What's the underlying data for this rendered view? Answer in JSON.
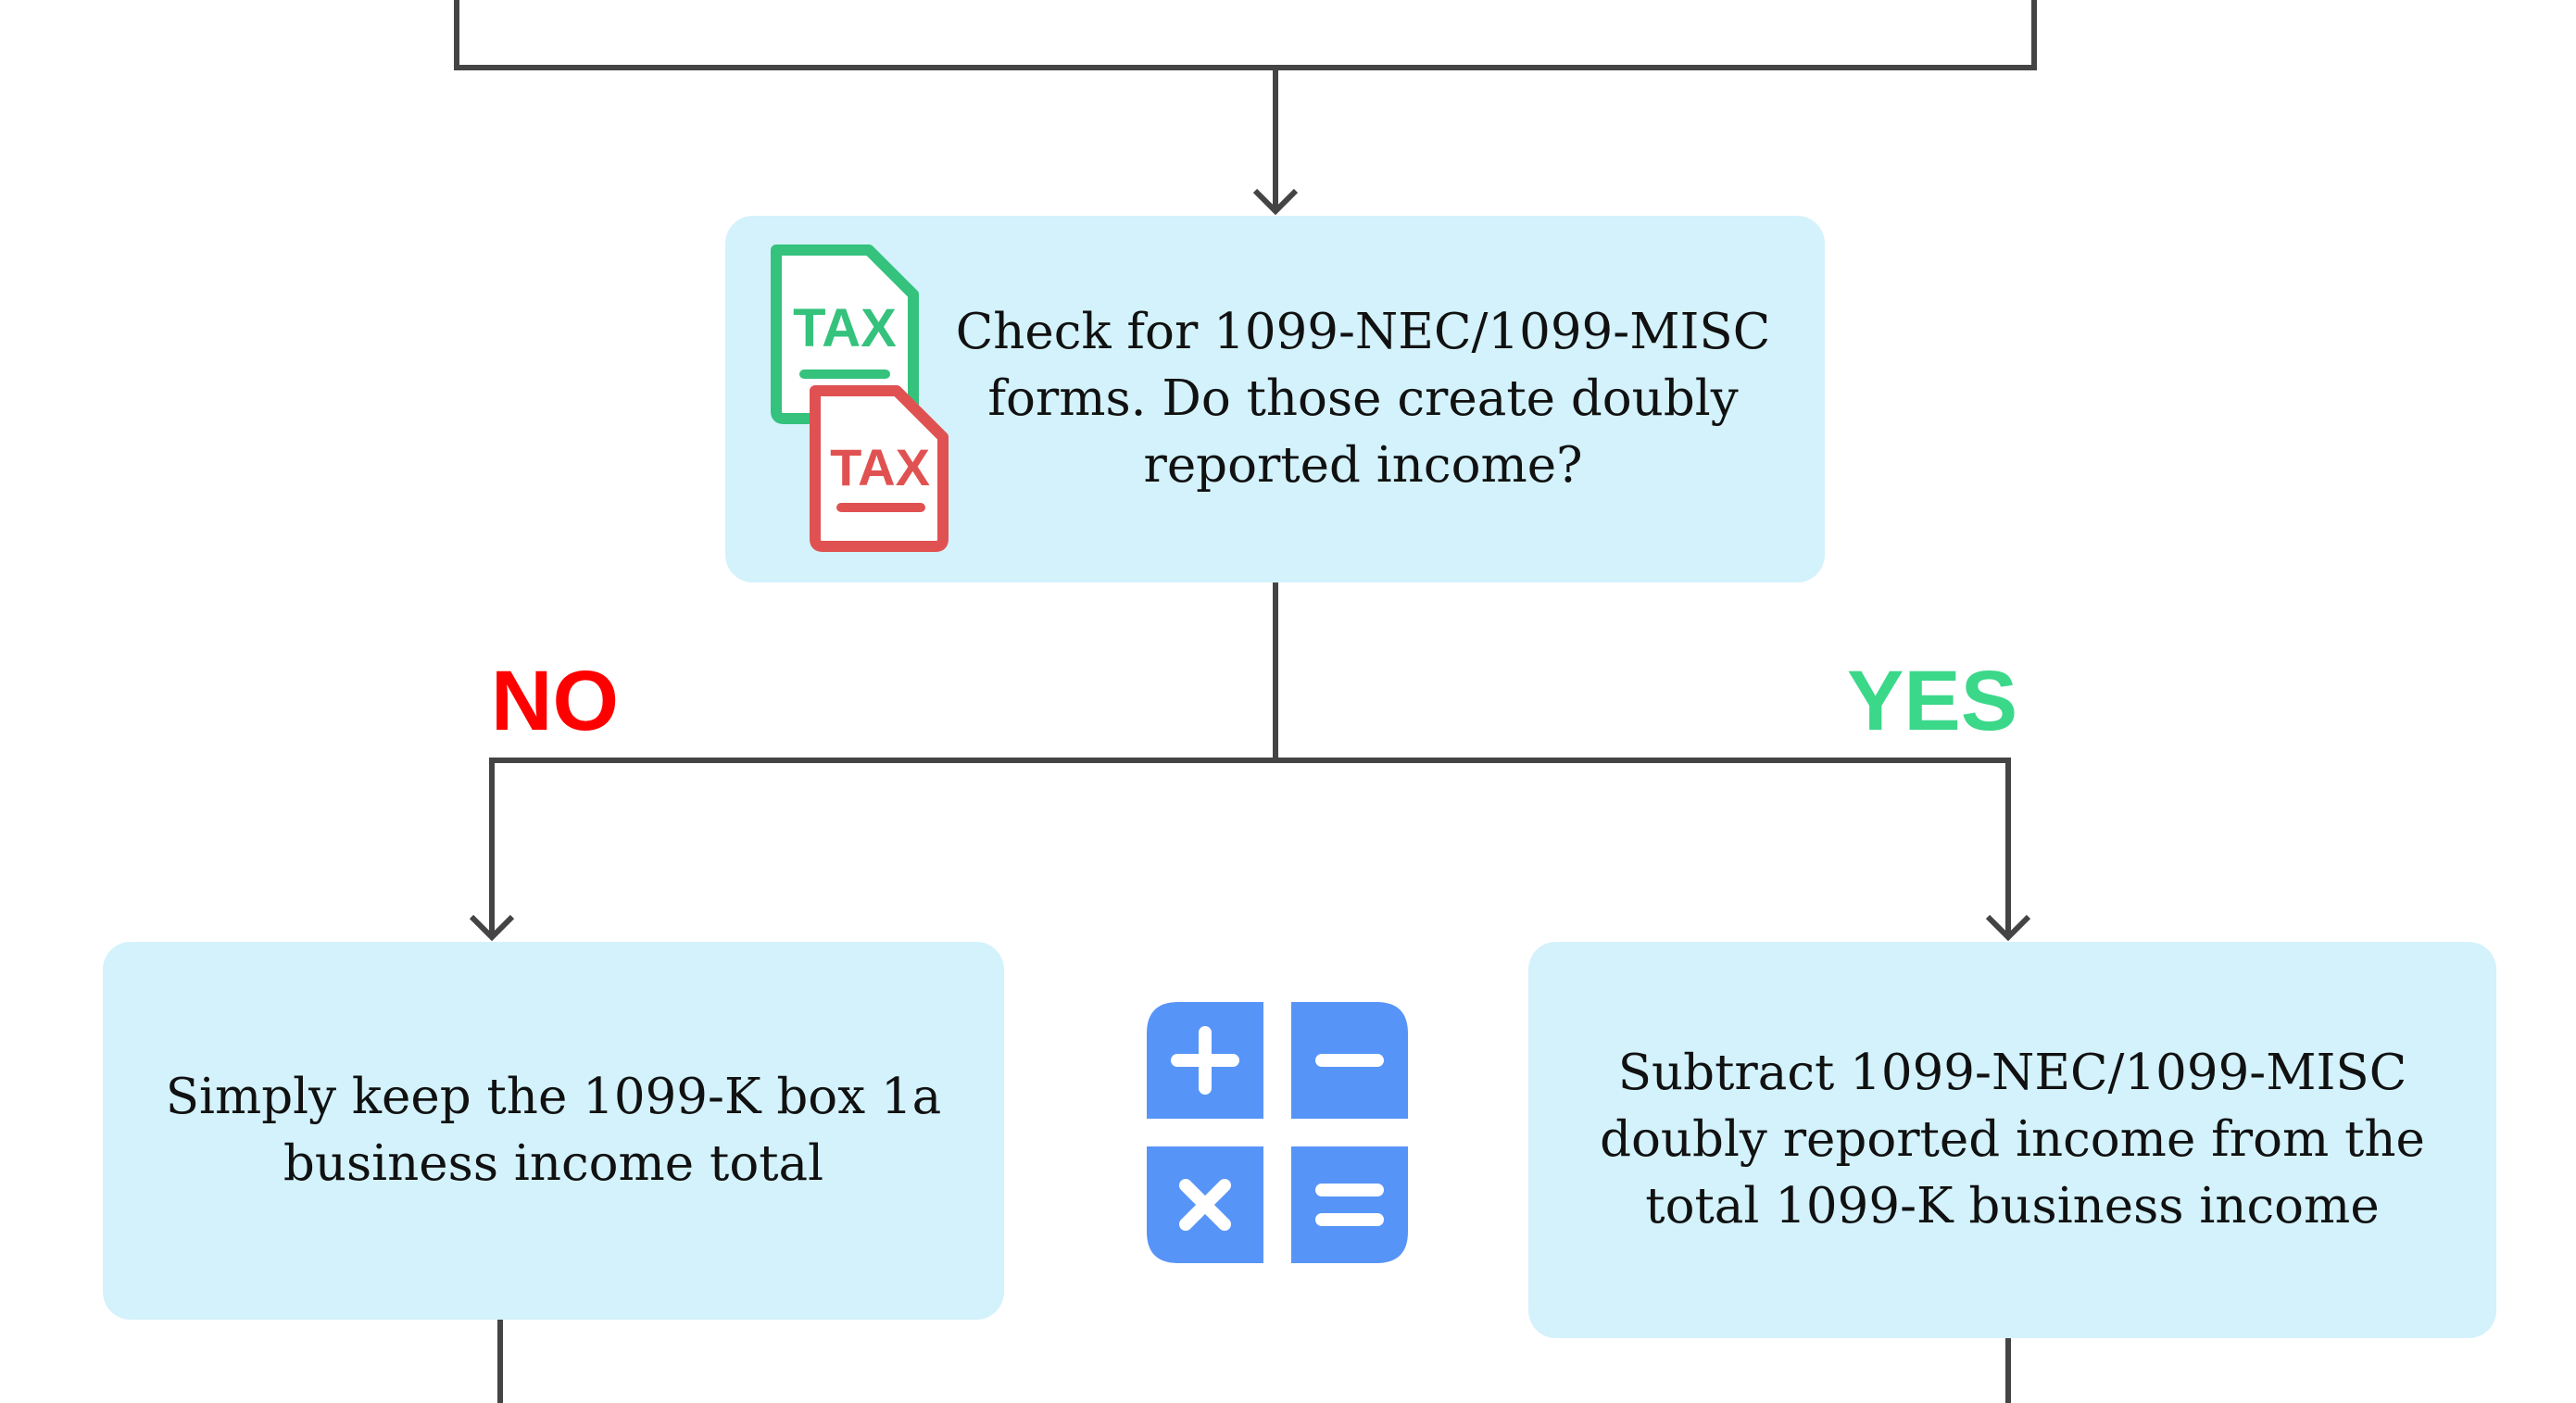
{
  "colors": {
    "box_fill": "#d3f2fb",
    "connector": "#444444",
    "no_label": "#fe0000",
    "yes_label": "#3bd88a",
    "icon_green": "#34c27c",
    "icon_red": "#e05252",
    "icon_blue": "#5794f7"
  },
  "decision": {
    "text": "Check for 1099-NEC/1099-MISC forms. Do those create doubly reported income?",
    "icon": "tax-documents-icon",
    "icon_labels": [
      "TAX",
      "TAX"
    ]
  },
  "branches": {
    "no": {
      "label": "NO",
      "text": "Simply keep the 1099-K box 1a business income total"
    },
    "yes": {
      "label": "YES",
      "text": "Subtract 1099-NEC/1099-MISC doubly reported income from the total 1099-K business income"
    }
  },
  "calculator_icon": "calculator-icon"
}
